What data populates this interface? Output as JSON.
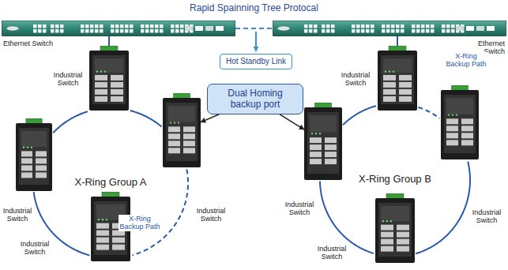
{
  "diagram": {
    "title": "Rapid Spainning Tree Protocal",
    "nodes": [
      {
        "text": [
          "Ethernet Switch"
        ]
      },
      {
        "text": [
          "Ethernet Switch"
        ]
      },
      {
        "text": [
          "Hot Standby Link"
        ]
      },
      {
        "text": [
          "Dual Homing backup port"
        ]
      },
      {
        "text": [
          "Industrial Switch"
        ]
      },
      {
        "text": [
          "Industrial Switch"
        ]
      },
      {
        "text": [
          "Industrial Switch"
        ]
      },
      {
        "text": [
          "Industrial Switch"
        ]
      },
      {
        "text": [
          "Industrial Switch"
        ]
      },
      {
        "text": [
          "Industrial Switch"
        ]
      },
      {
        "text": [
          "Industrial Switch"
        ]
      },
      {
        "text": [
          "Industrial Switch"
        ]
      }
    ],
    "edges": [
      {
        "from": 0,
        "to": 4,
        "arrow": "none"
      },
      {
        "from": 1,
        "to": 8,
        "arrow": "none"
      },
      {
        "from": 0,
        "to": 1,
        "arrow": "none"
      },
      {
        "from": 3,
        "to": 6,
        "arrow": "to"
      },
      {
        "from": 3,
        "to": 9,
        "arrow": "to"
      },
      {
        "from": 4,
        "to": 6,
        "arrow": "none"
      },
      {
        "from": 6,
        "to": 7,
        "arrow": "none"
      },
      {
        "from": 7,
        "to": 5,
        "arrow": "none"
      },
      {
        "from": 5,
        "to": 4,
        "arrow": "none"
      },
      {
        "from": 8,
        "to": 10,
        "arrow": "none"
      },
      {
        "from": 10,
        "to": 11,
        "arrow": "none"
      },
      {
        "from": 11,
        "to": 9,
        "arrow": "none"
      },
      {
        "from": 9,
        "to": 8,
        "arrow": "none"
      }
    ],
    "labels": [
      "X-Ring Group A",
      "X-Ring Backup Path",
      "X-Ring Group B",
      "X-Ring Backup Path"
    ]
  }
}
